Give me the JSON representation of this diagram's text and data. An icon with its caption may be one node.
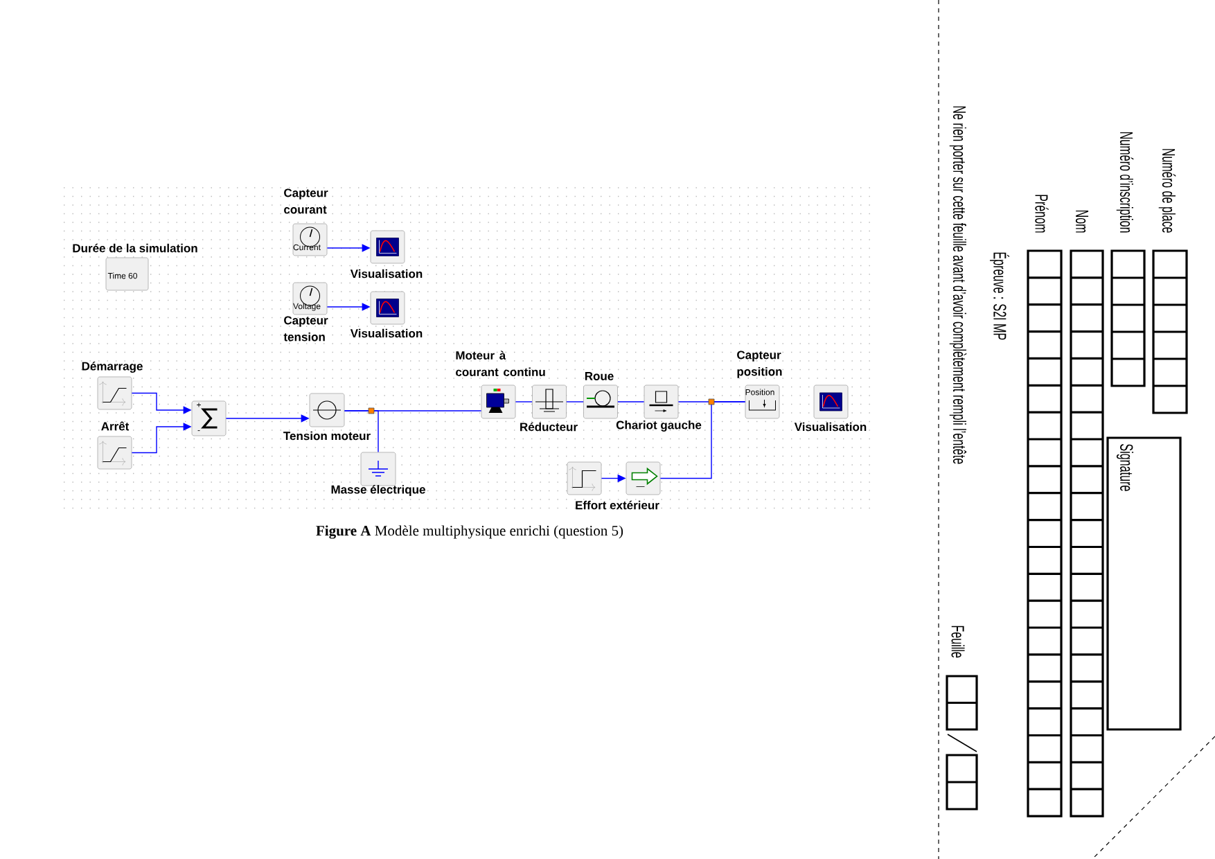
{
  "diagram": {
    "caption": "**Figure A** Modèle multiphysique enrichi (question 5)",
    "nodes": [
      {
        "text": [
          "Durée de la simulation",
          "Time 60"
        ]
      },
      {
        "text": [
          "Capteur courant",
          "Current"
        ]
      },
      {
        "text": [
          "Visualisation"
        ]
      },
      {
        "text": [
          "Voltage",
          "Capteur tension"
        ]
      },
      {
        "text": [
          "Visualisation"
        ]
      },
      {
        "text": [
          "Démarrage"
        ]
      },
      {
        "text": [
          "Arrêt"
        ]
      },
      {
        "text": [
          "+",
          "-"
        ]
      },
      {
        "text": [
          "Tension moteur"
        ]
      },
      {
        "text": [
          "Masse électrique"
        ]
      },
      {
        "text": [
          "Moteur à courant continu"
        ]
      },
      {
        "text": [
          "Réducteur"
        ]
      },
      {
        "text": [
          "Roue"
        ]
      },
      {
        "text": [
          "Chariot gauche"
        ]
      },
      {
        "text": [
          "Capteur position",
          "Position"
        ]
      },
      {
        "text": [
          "Visualisation"
        ]
      },
      {
        "text": [],
        "shape": "box"
      },
      {
        "text": [
          "Effort extérieur"
        ]
      },
      {
        "text": [
          "Signature"
        ]
      }
    ],
    "edges": [
      {
        "from": 1,
        "to": 2,
        "arrow": "to"
      },
      {
        "from": 3,
        "to": 4,
        "arrow": "to"
      },
      {
        "from": 5,
        "to": 7,
        "arrow": "to"
      },
      {
        "from": 6,
        "to": 7,
        "arrow": "to"
      },
      {
        "from": 7,
        "to": 8,
        "arrow": "to"
      },
      {
        "from": 8,
        "to": 10,
        "arrow": "none"
      },
      {
        "from": 8,
        "to": 9,
        "arrow": "none"
      },
      {
        "from": 10,
        "to": 11,
        "arrow": "none"
      },
      {
        "from": 11,
        "to": 12,
        "arrow": "none"
      },
      {
        "from": 12,
        "to": 13,
        "arrow": "none"
      },
      {
        "from": 13,
        "to": 14,
        "arrow": "none"
      },
      {
        "from": 16,
        "to": 17,
        "arrow": "to"
      },
      {
        "from": 17,
        "to": 14,
        "arrow": "none"
      }
    ],
    "labels": [
      "Numéro de place",
      "Numéro d’inscription",
      "Nom",
      "Prénom",
      "Épreuve : S2I MP",
      "Ne rien porter sur cette feuille avant d’avoir complètement rempli l’entête",
      "Feuille"
    ]
  }
}
